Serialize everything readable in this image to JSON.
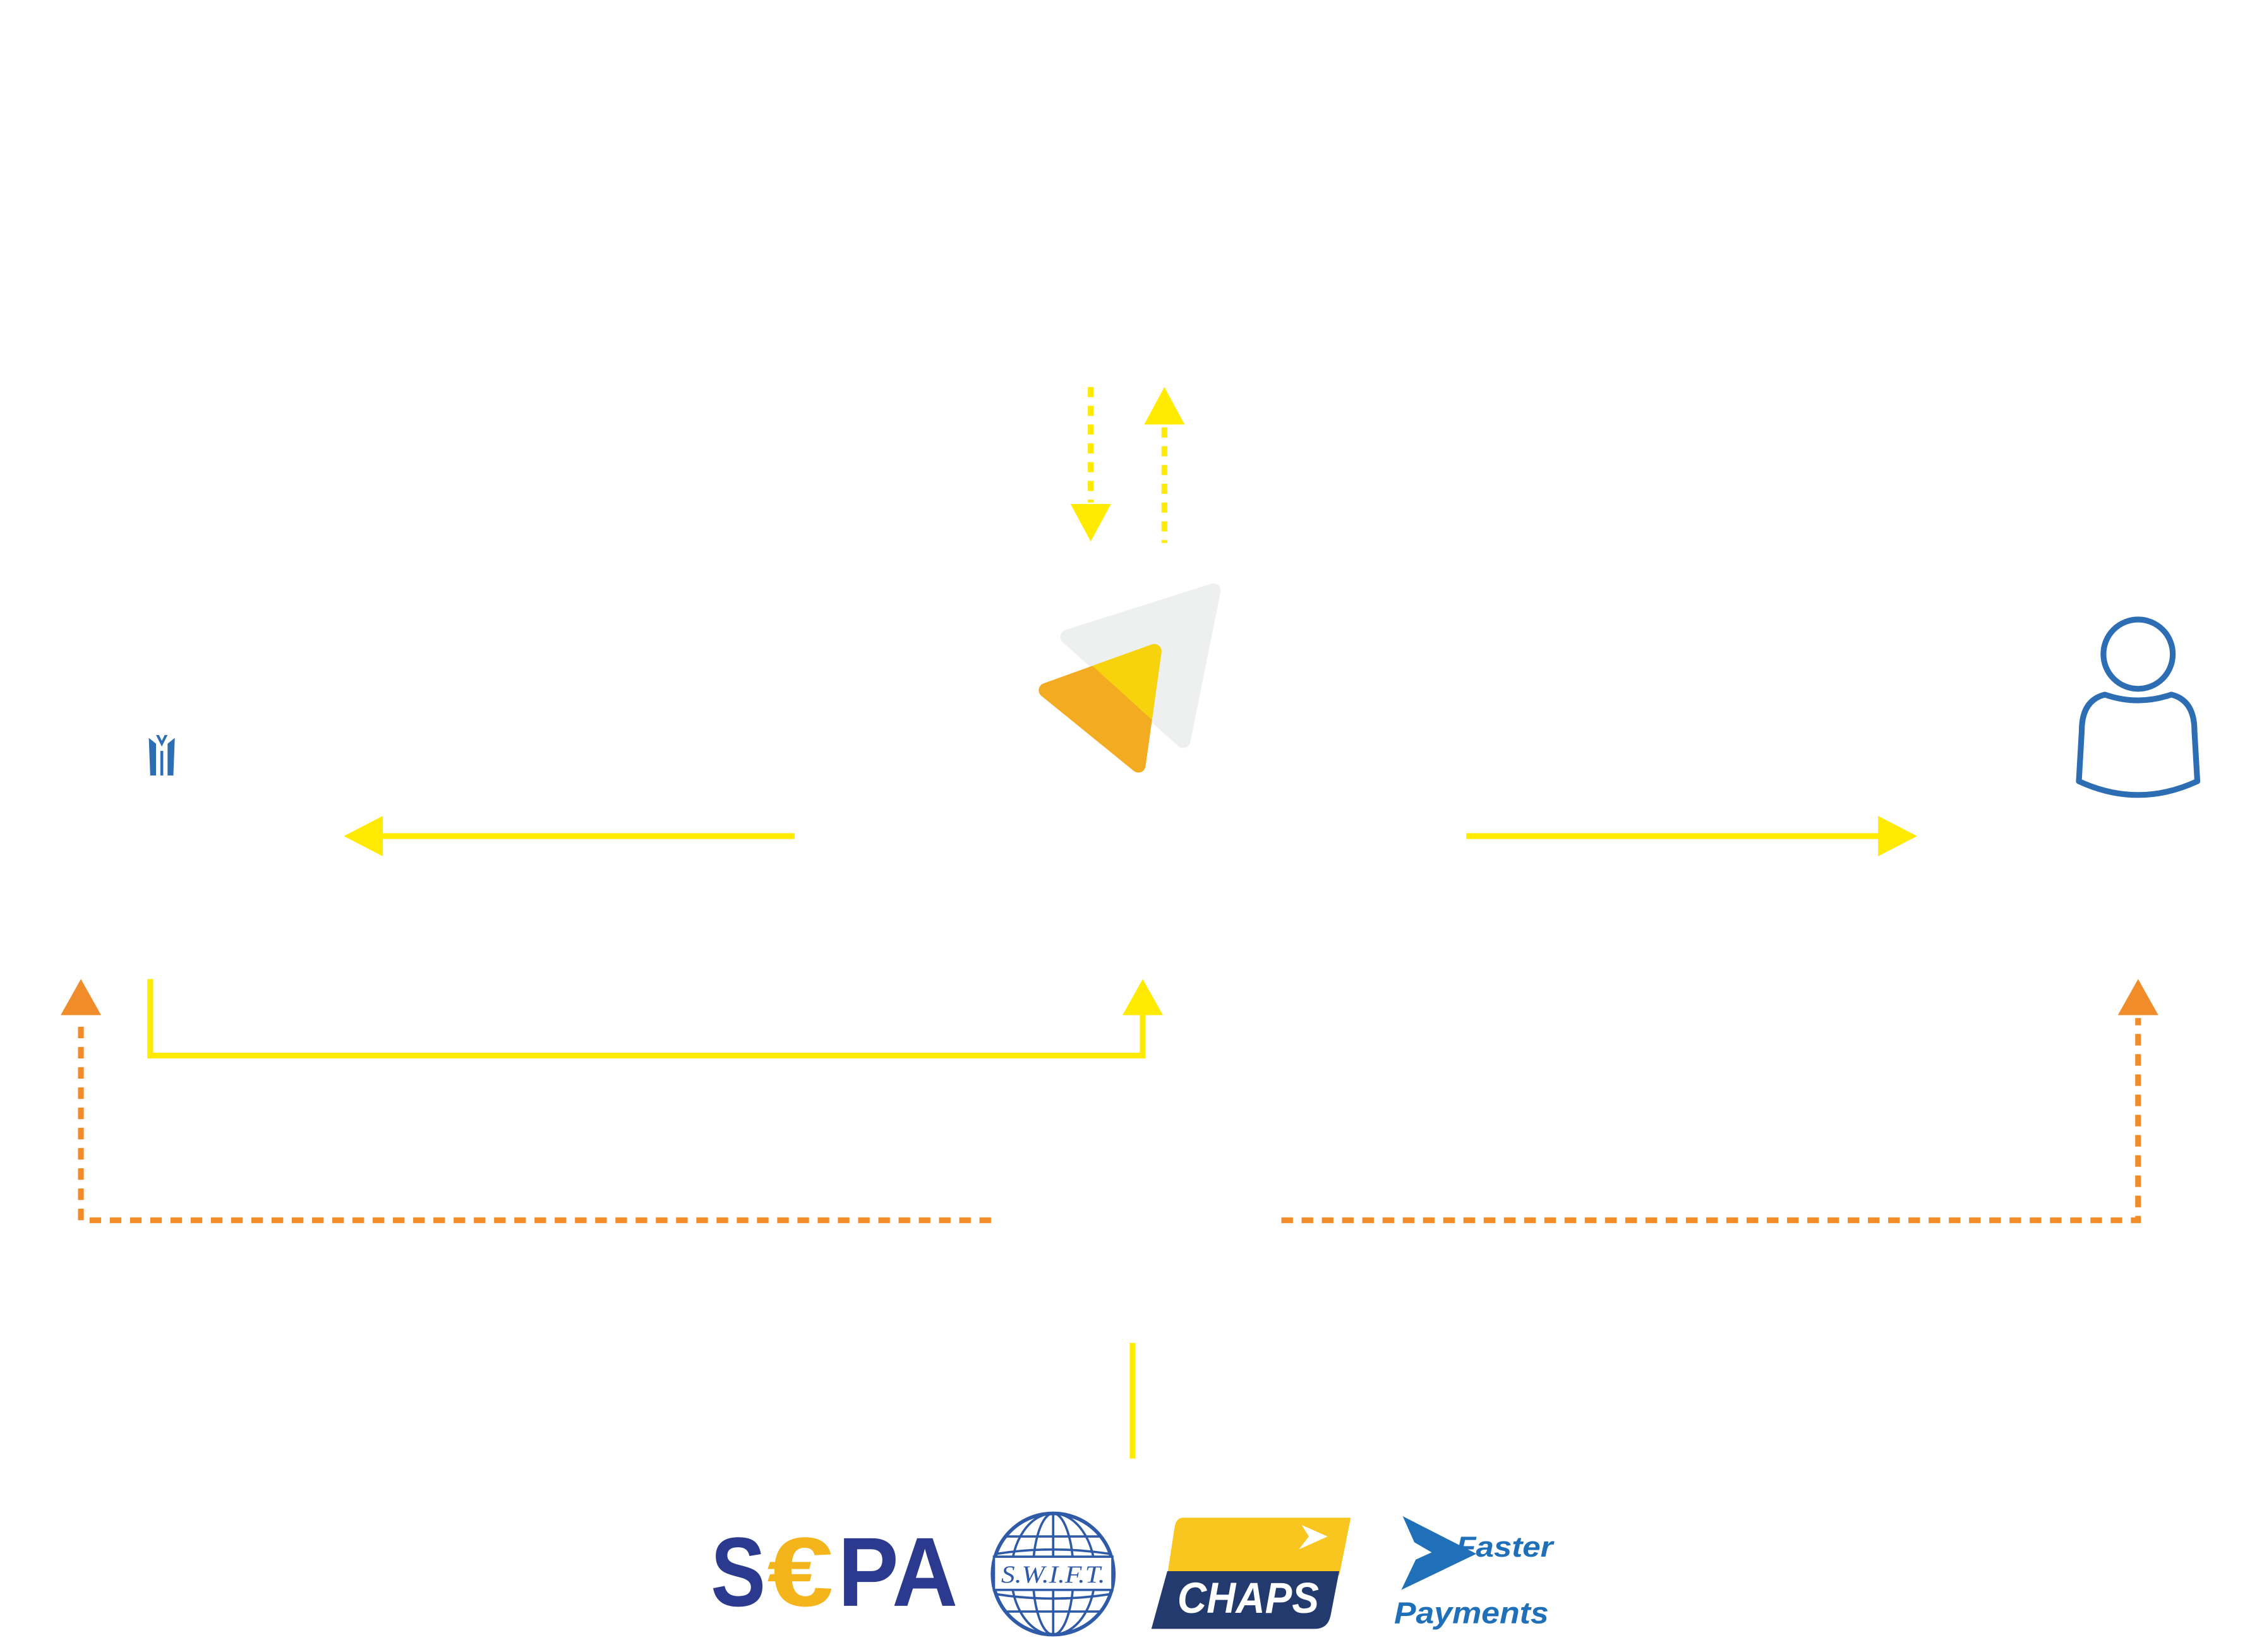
{
  "colors": {
    "flow_primary": "#FFEA00",
    "flow_secondary": "#F08C2A",
    "entity_icon": "#2C6DB4",
    "brand_yellow": "#F7D30D",
    "brand_orange": "#F3AC21",
    "brand_grey": "#EEF0F0",
    "sepa_navy": "#2B3A8E",
    "sepa_euro": "#F4B41B",
    "swift_blue": "#2F5AA8",
    "chaps_yellow": "#F9C51F",
    "chaps_navy": "#233A6E",
    "faster_blue": "#1F70B8"
  },
  "nodes": {
    "left": {
      "icon": "small-blue-logo-icon"
    },
    "center": {
      "icon": "triangle-brand-logo"
    },
    "right": {
      "icon": "user-icon"
    }
  },
  "payment_networks": {
    "sepa": {
      "icon": "sepa-logo",
      "part1": "S",
      "part2": "€",
      "part3": "PA"
    },
    "swift": {
      "icon": "swift-globe-logo",
      "label": "S.W.I.F.T."
    },
    "chaps": {
      "icon": "chaps-logo",
      "label": "CHAPS"
    },
    "faster_payments": {
      "icon": "faster-payments-arrow-logo",
      "line1": "Faster",
      "line2": "Payments"
    }
  }
}
